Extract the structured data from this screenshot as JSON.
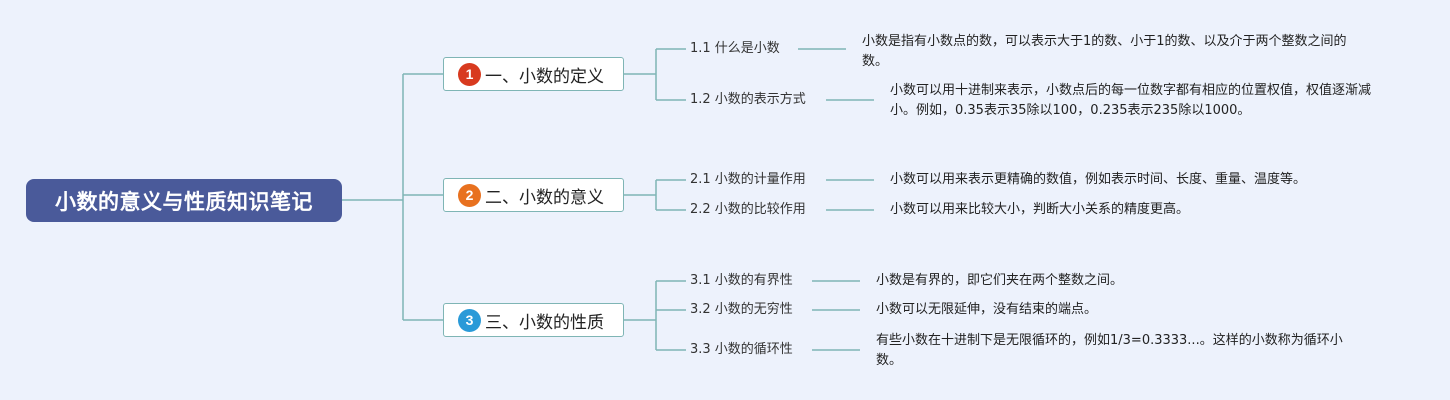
{
  "root": {
    "title": "小数的意义与性质知识笔记"
  },
  "colors": {
    "background": "#edf2fc",
    "root": "#4a5a9a",
    "line": "#7fb5b5",
    "badge_1": "#d83a1f",
    "badge_2": "#e8711f",
    "badge_3": "#2a9ad8"
  },
  "topics": [
    {
      "number": "1",
      "label": "一、小数的定义",
      "children": [
        {
          "label": "1.1 什么是小数",
          "detail": "小数是指有小数点的数，可以表示大于1的数、小于1的数、以及介于两个整数之间的数。"
        },
        {
          "label": "1.2 小数的表示方式",
          "detail": "小数可以用十进制来表示，小数点后的每一位数字都有相应的位置权值，权值逐渐减小。例如，0.35表示35除以100，0.235表示235除以1000。"
        }
      ]
    },
    {
      "number": "2",
      "label": "二、小数的意义",
      "children": [
        {
          "label": "2.1 小数的计量作用",
          "detail": "小数可以用来表示更精确的数值，例如表示时间、长度、重量、温度等。"
        },
        {
          "label": "2.2 小数的比较作用",
          "detail": "小数可以用来比较大小，判断大小关系的精度更高。"
        }
      ]
    },
    {
      "number": "3",
      "label": "三、小数的性质",
      "children": [
        {
          "label": "3.1 小数的有界性",
          "detail": "小数是有界的，即它们夹在两个整数之间。"
        },
        {
          "label": "3.2 小数的无穷性",
          "detail": "小数可以无限延伸，没有结束的端点。"
        },
        {
          "label": "3.3 小数的循环性",
          "detail": "有些小数在十进制下是无限循环的，例如1/3=0.3333...。这样的小数称为循环小数。"
        }
      ]
    }
  ]
}
